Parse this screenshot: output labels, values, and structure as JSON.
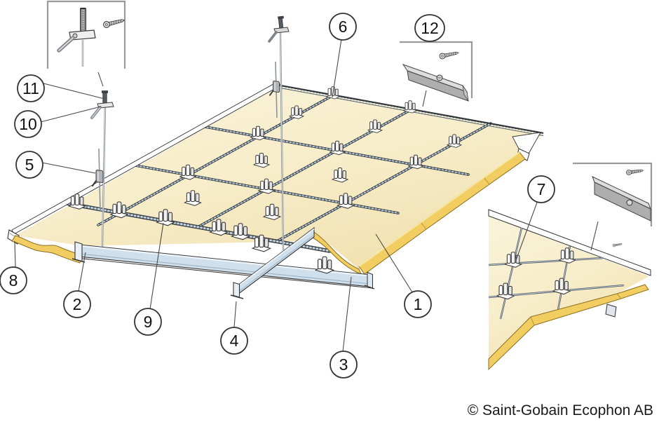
{
  "callouts": [
    {
      "label": "1"
    },
    {
      "label": "2"
    },
    {
      "label": "3"
    },
    {
      "label": "4"
    },
    {
      "label": "5"
    },
    {
      "label": "6"
    },
    {
      "label": "7"
    },
    {
      "label": "8"
    },
    {
      "label": "9"
    },
    {
      "label": "10"
    },
    {
      "label": "11"
    },
    {
      "label": "12"
    }
  ],
  "footer": {
    "copyright": "© Saint-Gobain Ecophon AB"
  },
  "colors": {
    "background": "#FFFFFF",
    "tile_surface": "#F7EDCA",
    "tile_edge_yellow": "#F2CE62",
    "beam_blue": "#CFDFEC",
    "rail_light_blue": "#C6D4E0",
    "outline": "#333333",
    "inset_border": "#9A9A9A",
    "metal_gray": "#B5B5B5"
  }
}
